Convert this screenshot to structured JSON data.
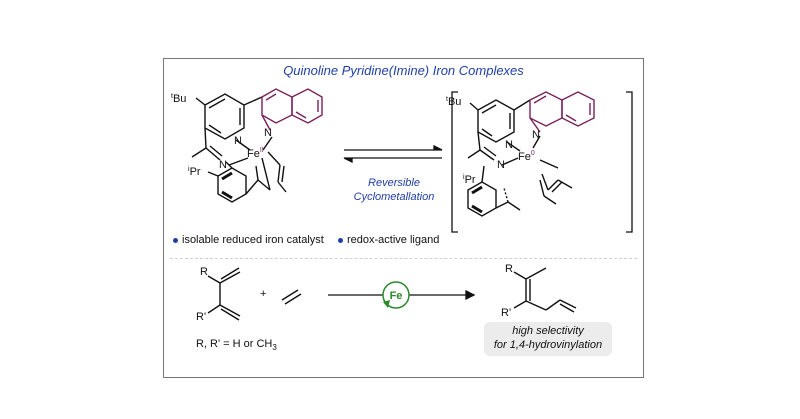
{
  "title": "Quinoline Pyridine(Imine) Iron Complexes",
  "left_complex": {
    "tbu_sup": "t",
    "tbu": "Bu",
    "n1": "N",
    "n2": "N",
    "n_imine": "N",
    "fe": "Fe",
    "fe_ox": "II",
    "ipr_sup": "i",
    "ipr": "Pr"
  },
  "right_complex": {
    "tbu_sup": "t",
    "tbu": "Bu",
    "n1": "N",
    "n2": "N",
    "n_imine": "N",
    "fe": "Fe",
    "fe_ox": "0",
    "ipr_sup": "i",
    "ipr": "Pr"
  },
  "equilibrium": {
    "label_line1": "Reversible",
    "label_line2": "Cyclometallation"
  },
  "bullets": [
    "isolable reduced iron catalyst",
    "redox-active ligand"
  ],
  "reaction": {
    "diene_r": "R",
    "diene_rprime": "R'",
    "plus": "+",
    "catalyst": "Fe",
    "product_r": "R",
    "product_rprime": "R'",
    "conditions": "R, R' = H or CH",
    "conditions_sub": "3",
    "selectivity_line1": "high selectivity",
    "selectivity_line2": "for 1,4-hydrovinylation"
  },
  "colors": {
    "accent_blue": "#1f3fa6",
    "quinoline_purple": "#7a1f5a",
    "catalyst_green": "#2b8a2b"
  }
}
